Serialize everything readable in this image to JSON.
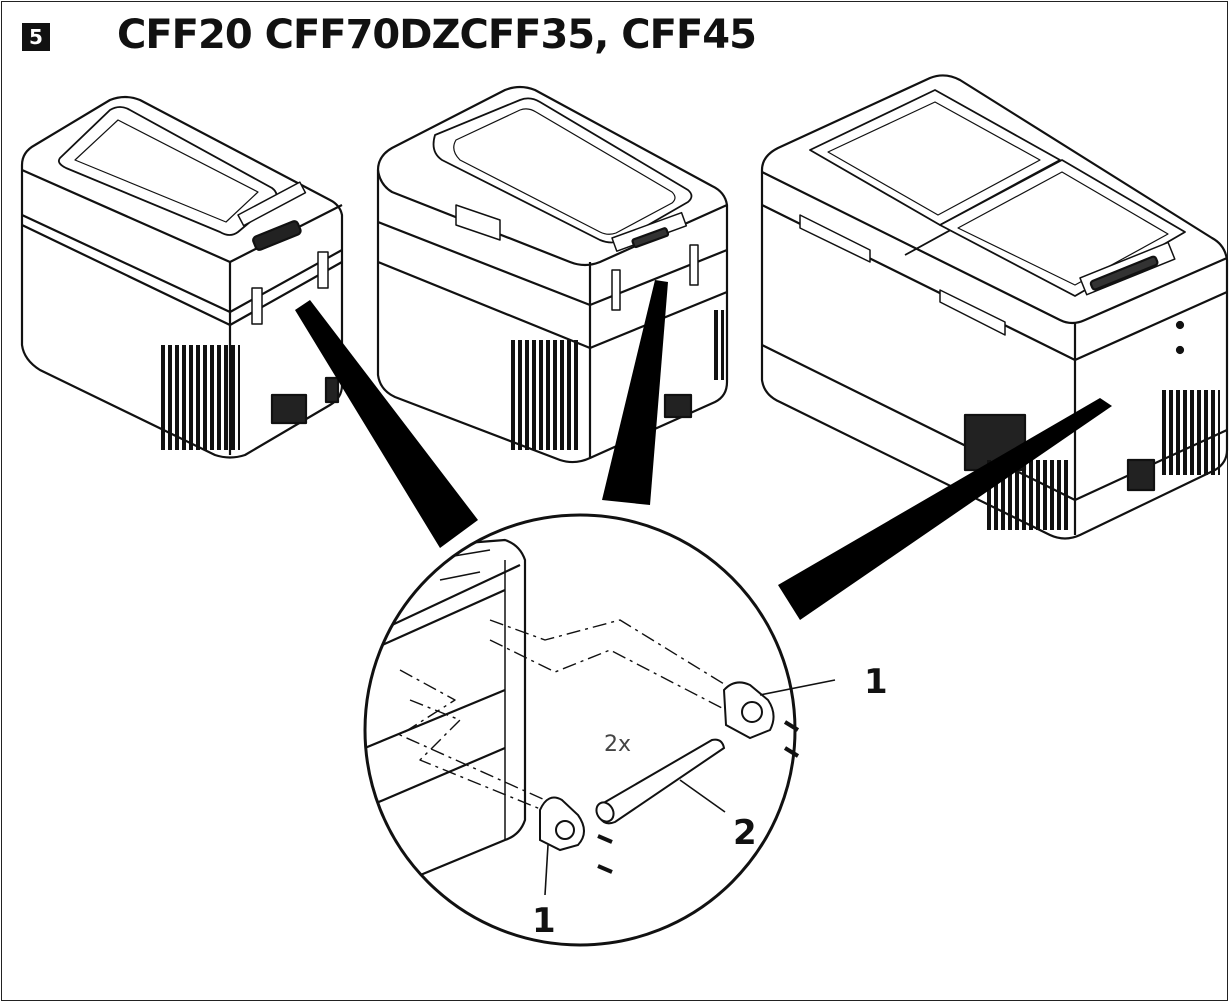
{
  "step": {
    "number": "5"
  },
  "title": "CFF20 CFF70DZCFF35, CFF45",
  "callouts": {
    "bracket_top": "1",
    "bracket_bottom": "1",
    "rod": "2"
  },
  "quantity_label": "2x"
}
